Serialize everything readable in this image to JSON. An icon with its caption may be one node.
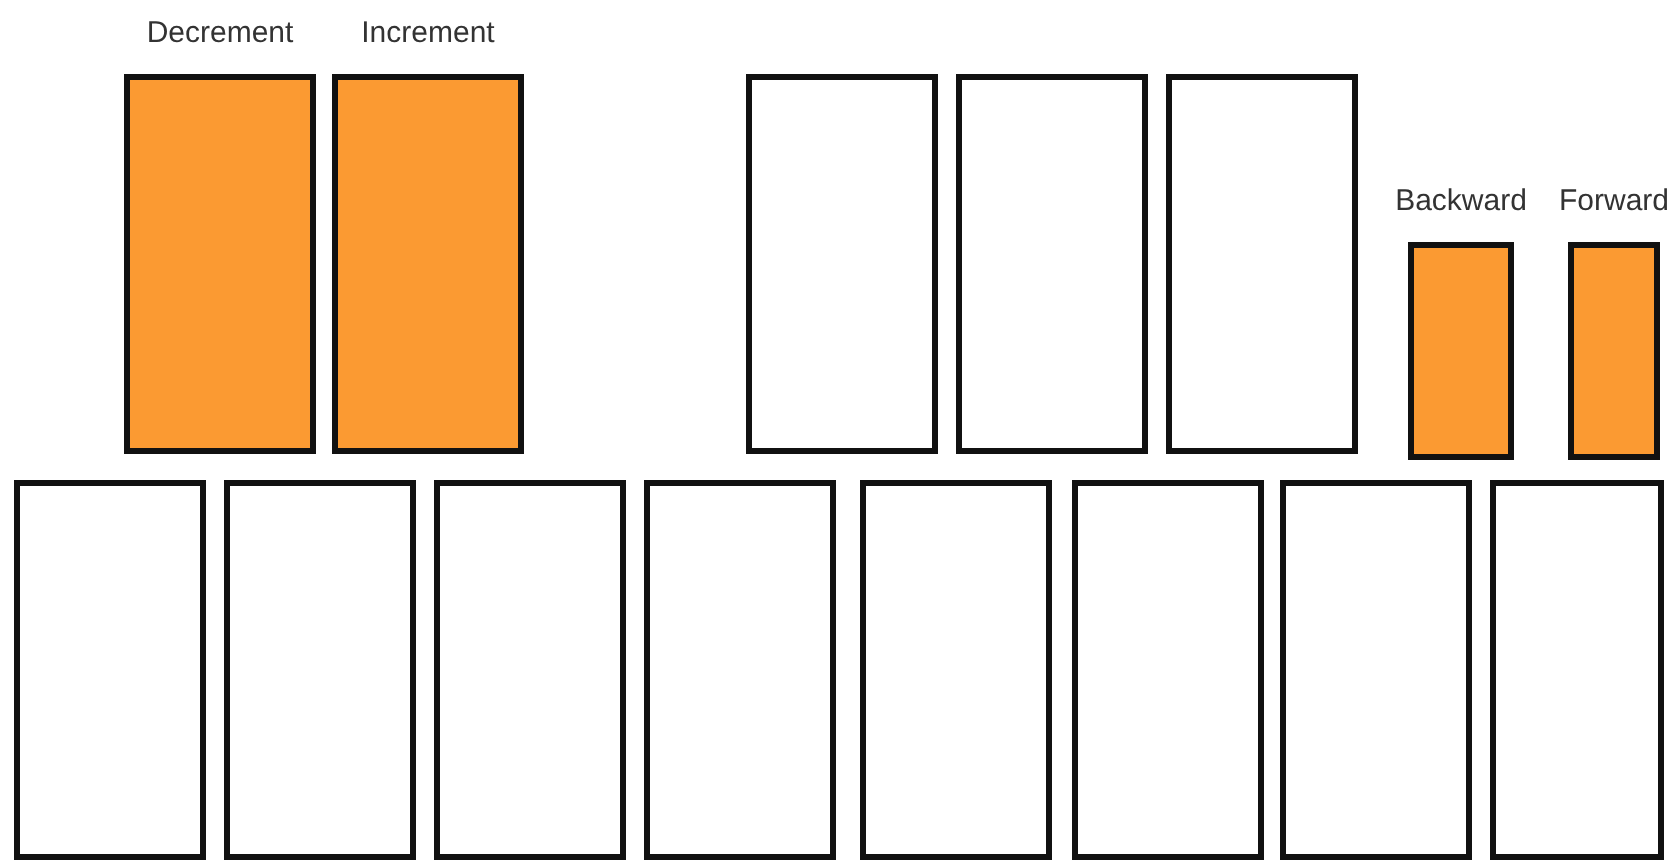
{
  "diagram": {
    "nodes": [
      {
        "text": [
          "Decrement"
        ]
      },
      {
        "text": [
          "Increment"
        ]
      },
      {
        "text": [],
        "shape": "box"
      },
      {
        "text": [],
        "shape": "box"
      },
      {
        "text": [],
        "shape": "box"
      },
      {
        "text": [
          "Backward"
        ]
      },
      {
        "text": [
          "Forward"
        ]
      },
      {
        "text": [],
        "shape": "box"
      },
      {
        "text": [],
        "shape": "box"
      },
      {
        "text": [],
        "shape": "box"
      },
      {
        "text": [],
        "shape": "box"
      },
      {
        "text": [],
        "shape": "box"
      },
      {
        "text": [],
        "shape": "box"
      },
      {
        "text": [],
        "shape": "box"
      },
      {
        "text": [],
        "shape": "box"
      }
    ]
  }
}
